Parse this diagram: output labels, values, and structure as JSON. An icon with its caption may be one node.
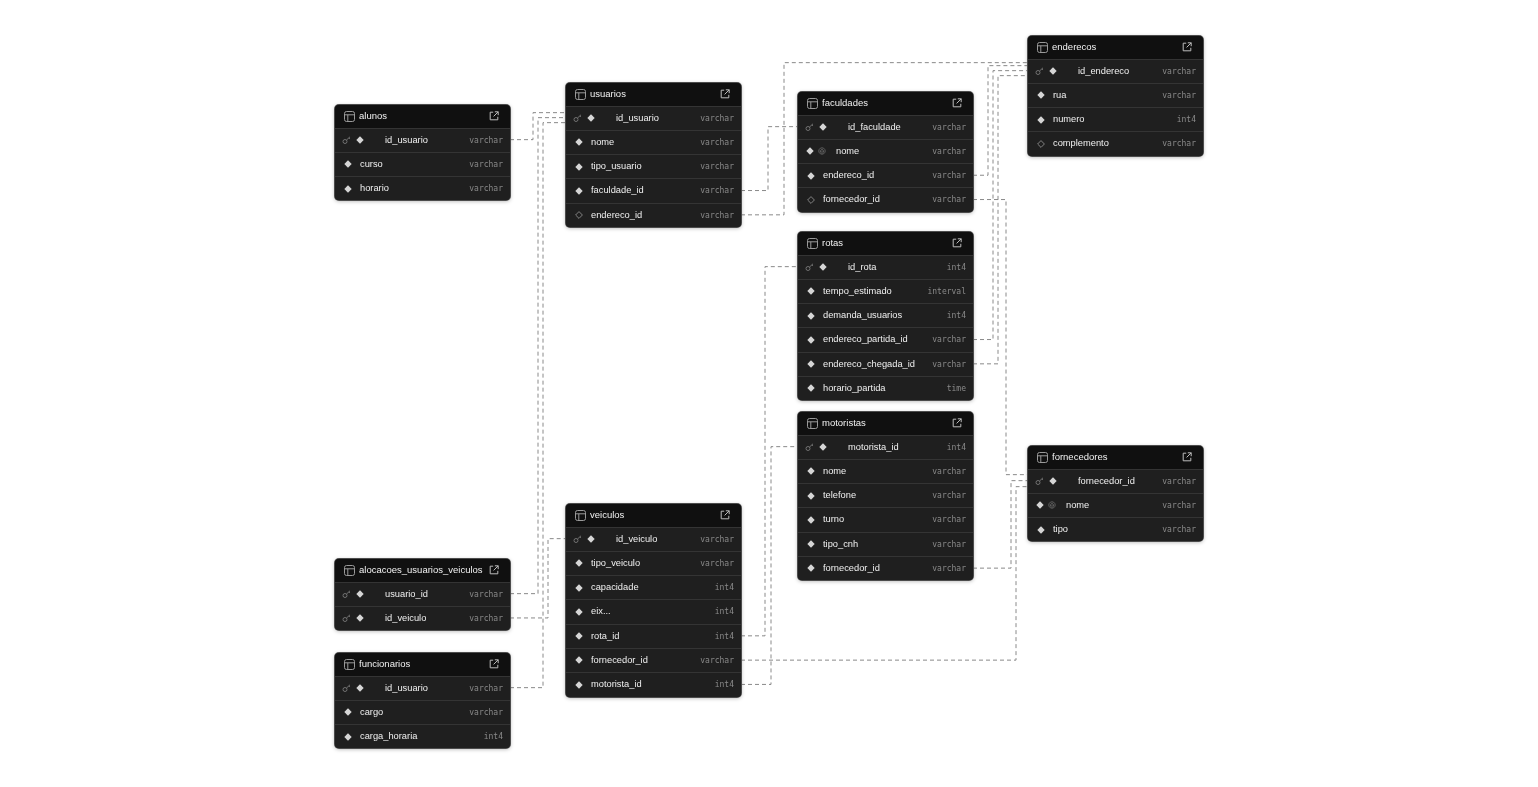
{
  "diagram": {
    "nodes": [
      {
        "text": [
          "alunos"
        ]
      },
      {
        "text": [
          "id_usuario",
          "varchar"
        ],
        "in": 0
      },
      {
        "text": [
          "curso",
          "varchar"
        ],
        "in": 0
      },
      {
        "text": [
          "horario",
          "varchar"
        ],
        "in": 0
      },
      {
        "text": [
          "usuarios"
        ]
      },
      {
        "text": [
          "id_usuario",
          "varchar"
        ],
        "in": 4
      },
      {
        "text": [
          "nome",
          "varchar"
        ],
        "in": 4
      },
      {
        "text": [
          "tipo_usuario",
          "varchar"
        ],
        "in": 4
      },
      {
        "text": [
          "faculdade_id",
          "varchar"
        ],
        "in": 4
      },
      {
        "text": [
          "endereco_id",
          "varchar"
        ],
        "in": 4
      },
      {
        "text": [
          "faculdades"
        ]
      },
      {
        "text": [
          "id_faculdade",
          "varchar"
        ],
        "in": 10
      },
      {
        "text": [
          "nome",
          "varchar"
        ],
        "in": 10
      },
      {
        "text": [
          "endereco_id",
          "varchar"
        ],
        "in": 10
      },
      {
        "text": [
          "fornecedor_id",
          "varchar"
        ],
        "in": 10
      },
      {
        "text": [
          "enderecos"
        ]
      },
      {
        "text": [
          "id_endereco",
          "varchar"
        ],
        "in": 15
      },
      {
        "text": [
          "rua",
          "varchar"
        ],
        "in": 15
      },
      {
        "text": [
          "numero",
          "int4"
        ],
        "in": 15
      },
      {
        "text": [
          "complemento",
          "varchar"
        ],
        "in": 15
      },
      {
        "text": [
          "rotas"
        ]
      },
      {
        "text": [
          "id_rota",
          "int4"
        ],
        "in": 20
      },
      {
        "text": [
          "tempo_estimado",
          "interval"
        ],
        "in": 20
      },
      {
        "text": [
          "demanda_usuarios",
          "int4"
        ],
        "in": 20
      },
      {
        "text": [
          "endereco_partida_id",
          "varchar"
        ],
        "in": 20
      },
      {
        "text": [
          "endereco_chegada_id",
          "varchar"
        ],
        "in": 20
      },
      {
        "text": [
          "horario_partida",
          "time"
        ],
        "in": 20
      },
      {
        "text": [
          "motoristas"
        ]
      },
      {
        "text": [
          "motorista_id",
          "int4"
        ],
        "in": 27
      },
      {
        "text": [
          "nome",
          "varchar"
        ],
        "in": 27
      },
      {
        "text": [
          "telefone",
          "varchar"
        ],
        "in": 27
      },
      {
        "text": [
          "turno",
          "varchar"
        ],
        "in": 27
      },
      {
        "text": [
          "tipo_cnh",
          "varchar"
        ],
        "in": 27
      },
      {
        "text": [
          "fornecedor_id",
          "varchar"
        ],
        "in": 27
      },
      {
        "text": [
          "fornecedores"
        ]
      },
      {
        "text": [
          "fornecedor_id",
          "varchar"
        ],
        "in": 34
      },
      {
        "text": [
          "nome",
          "varchar"
        ],
        "in": 34
      },
      {
        "text": [
          "tipo",
          "varchar"
        ],
        "in": 34
      },
      {
        "text": [
          "veiculos"
        ]
      },
      {
        "text": [
          "id_veiculo",
          "varchar"
        ],
        "in": 38
      },
      {
        "text": [
          "tipo_veiculo",
          "varchar"
        ],
        "in": 38
      },
      {
        "text": [
          "capacidade",
          "int4"
        ],
        "in": 38
      },
      {
        "text": [
          "eix...",
          "int4"
        ],
        "in": 38
      },
      {
        "text": [
          "rota_id",
          "int4"
        ],
        "in": 38
      },
      {
        "text": [
          "fornecedor_id",
          "varchar"
        ],
        "in": 38
      },
      {
        "text": [
          "motorista_id",
          "int4"
        ],
        "in": 38
      },
      {
        "text": [
          "alocacoes_usuarios_veiculos"
        ]
      },
      {
        "text": [
          "usuario_id",
          "varchar"
        ],
        "in": 46
      },
      {
        "text": [
          "id_veiculo",
          "varchar"
        ],
        "in": 46
      },
      {
        "text": [
          "funcionarios"
        ]
      },
      {
        "text": [
          "id_usuario",
          "varchar"
        ],
        "in": 49
      },
      {
        "text": [
          "cargo",
          "varchar"
        ],
        "in": 49
      },
      {
        "text": [
          "carga_horaria",
          "int4"
        ],
        "in": 49
      }
    ],
    "edges": [
      {
        "from": 1,
        "to": 5,
        "arrow": "none",
        "style": "dashed"
      },
      {
        "from": 8,
        "to": 11,
        "arrow": "none",
        "style": "dashed"
      },
      {
        "from": 9,
        "to": 16,
        "arrow": "none",
        "style": "dashed"
      },
      {
        "from": 13,
        "to": 16,
        "arrow": "none",
        "style": "dashed"
      },
      {
        "from": 14,
        "to": 35,
        "arrow": "none",
        "style": "dashed"
      },
      {
        "from": 24,
        "to": 16,
        "arrow": "none",
        "style": "dashed"
      },
      {
        "from": 25,
        "to": 16,
        "arrow": "none",
        "style": "dashed"
      },
      {
        "from": 33,
        "to": 35,
        "arrow": "none",
        "style": "dashed"
      },
      {
        "from": 43,
        "to": 21,
        "arrow": "none",
        "style": "dashed"
      },
      {
        "from": 44,
        "to": 35,
        "arrow": "none",
        "style": "dashed"
      },
      {
        "from": 45,
        "to": 28,
        "arrow": "none",
        "style": "dashed"
      },
      {
        "from": 47,
        "to": 5,
        "arrow": "none",
        "style": "dashed"
      },
      {
        "from": 48,
        "to": 39,
        "arrow": "none",
        "style": "dashed"
      },
      {
        "from": 50,
        "to": 5,
        "arrow": "none",
        "style": "dashed"
      }
    ]
  }
}
